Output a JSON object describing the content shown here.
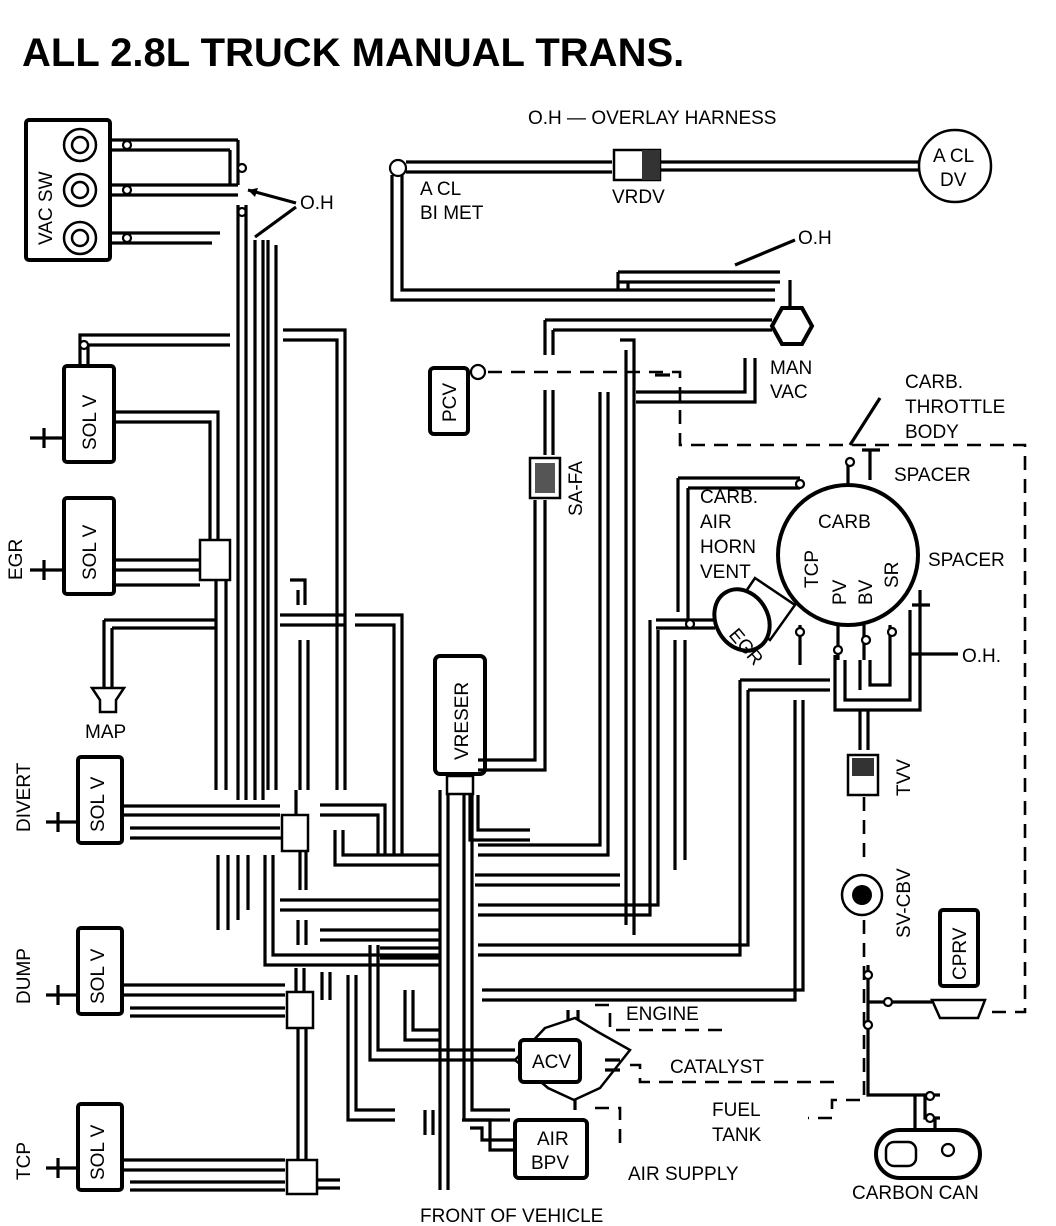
{
  "title": "ALL 2.8L TRUCK MANUAL TRANS.",
  "legend": "O.H — OVERLAY HARNESS",
  "components": {
    "vac_sw": "VAC SW",
    "acl_dv": [
      "A CL",
      "DV"
    ],
    "vrdv": "VRDV",
    "acl_bimet": [
      "A CL",
      "BI MET"
    ],
    "pcv": "PCV",
    "safa": "SA-FA",
    "man_vac": [
      "MAN",
      "VAC"
    ],
    "carb_throttle_body": [
      "CARB.",
      "THROTTLE",
      "BODY"
    ],
    "spacer_top": "SPACER",
    "carb_air_horn_vent": [
      "CARB.",
      "AIR",
      "HORN",
      "VENT"
    ],
    "carb": "CARB",
    "carb_ports": [
      "TCP",
      "PV",
      "BV",
      "SR"
    ],
    "spacer_right": "SPACER",
    "egr_valve": "EGR",
    "map": "MAP",
    "vreser": "VRESER",
    "tvv": "TVV",
    "svcbv": "SV-CBV",
    "cprv": "CPRV",
    "acv": "ACV",
    "air_bpv": [
      "AIR",
      "BPV"
    ],
    "carbon_can": "CARBON CAN",
    "sol_v": "SOL V",
    "oh": "O.H",
    "oh_dot": "O.H."
  },
  "solenoid_labels": [
    "EGR",
    "DIVERT",
    "DUMP",
    "TCP"
  ],
  "routing_labels": {
    "engine": "ENGINE",
    "catalyst": "CATALYST",
    "fuel_tank": [
      "FUEL",
      "TANK"
    ],
    "air_supply": "AIR SUPPLY",
    "front": "FRONT OF VEHICLE"
  }
}
